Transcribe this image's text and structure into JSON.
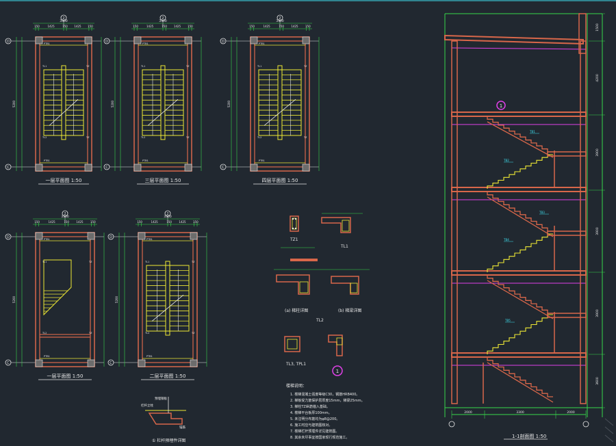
{
  "app": {
    "background": "#212830"
  },
  "colors": {
    "wall": "#d9674a",
    "stair": "#f0ea34",
    "dim": "#37d84a",
    "axis": "#e8e8e8",
    "slab": "#e040e8",
    "bubble": "#e040e8",
    "text_cyan": "#3fe0f0",
    "text_white": "#e8e8e8"
  },
  "plans": {
    "plan_top1": {
      "title": "一层平面图 1:50",
      "axis_top": "2",
      "axis_left_top": "D",
      "axis_left_bottom": "C",
      "overall": "3300",
      "segments": [
        "150",
        "1425",
        "150",
        "1425",
        "150"
      ],
      "side": "5200"
    },
    "plan_top2": {
      "title": "三层平面图 1:50",
      "axis_top": "2",
      "axis_left_top": "D",
      "axis_left_bottom": "C",
      "overall": "3300",
      "segments": [
        "150",
        "1425",
        "150",
        "1425",
        "150"
      ],
      "side": "5200"
    },
    "plan_top3": {
      "title": "四层平面图 1:50",
      "axis_top": "2",
      "axis_left_top": "D",
      "axis_left_bottom": "C",
      "overall": "3300",
      "segments": [
        "150",
        "1425",
        "150",
        "1425",
        "150"
      ],
      "side": "5200"
    },
    "plan_bot1": {
      "title": "一层平面图 1:50",
      "axis_top": "2",
      "axis_left_top": "D",
      "axis_left_bottom": "C",
      "overall": "3300",
      "segments": [
        "150",
        "1425",
        "150",
        "1425",
        "150"
      ],
      "side": "5200"
    },
    "plan_bot2": {
      "title": "二层平面图 1:50",
      "axis_top": "2",
      "axis_left_top": "D",
      "axis_left_bottom": "C",
      "overall": "3300",
      "segments": [
        "150",
        "1425",
        "150",
        "1425",
        "150"
      ],
      "side": "5200"
    }
  },
  "tags": {
    "tl": "TL1",
    "tz": "TZ",
    "pb": "PTB1",
    "tb": "TB1",
    "tl2": "TL2"
  },
  "details": {
    "tz1_label": "TZ1",
    "tl1_label": "TL1",
    "tl2_label": "TL2",
    "tl3_label": "TL3, TPL1",
    "caption1": "(a) 梯柱详图",
    "caption2": "(b) 梯梁详图",
    "bubble_num": "1"
  },
  "notes": {
    "title": "楼梯说明：",
    "lines": [
      "1. 楼梯混凝土强度等级C30，钢筋HRB400。",
      "2. 梯板受力筋保护层厚度15mm，梯梁25mm。",
      "3. 梯柱TZ纵筋锚入基础。",
      "4. 楼梯平台板厚100mm。",
      "5. 未注明分布筋均为φ8@200。",
      "6. 施工时应与建筑图核对。",
      "7. 楼梯栏杆预埋件详见建筑图。",
      "8. 其余未尽事宜按国家现行规范施工。"
    ]
  },
  "section": {
    "title": "1-1剖面图 1:50",
    "bubble": "1",
    "right_dims": [
      "1500",
      "4200",
      "3900",
      "3900",
      "3900",
      "3600"
    ],
    "bottom_dims": [
      "2000",
      "3300",
      "2000"
    ],
    "tags": [
      "TB1",
      "TB2",
      "TB3",
      "TB4",
      "TB5"
    ]
  },
  "small_detail": {
    "caption": "① 栏杆预埋件详图",
    "labels": [
      "预埋钢板",
      "栏杆立柱",
      "锚筋"
    ]
  }
}
